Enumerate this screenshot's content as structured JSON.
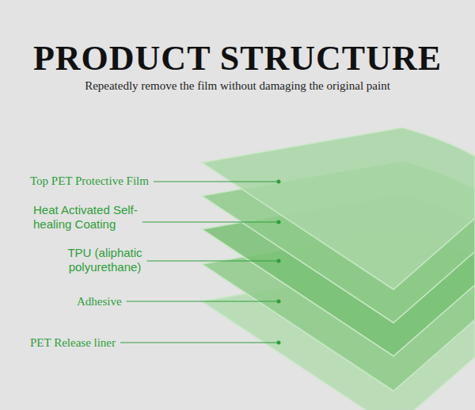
{
  "diagram": {
    "title": "PRODUCT STRUCTURE",
    "labels": [
      "Repeatedly remove the film without damaging the original paint",
      "Top PET Protective Film",
      "Heat Activated Self-healing Coating",
      "TPU (aliphatic polyurethane)",
      "Adhesive",
      "PET Release liner"
    ]
  }
}
